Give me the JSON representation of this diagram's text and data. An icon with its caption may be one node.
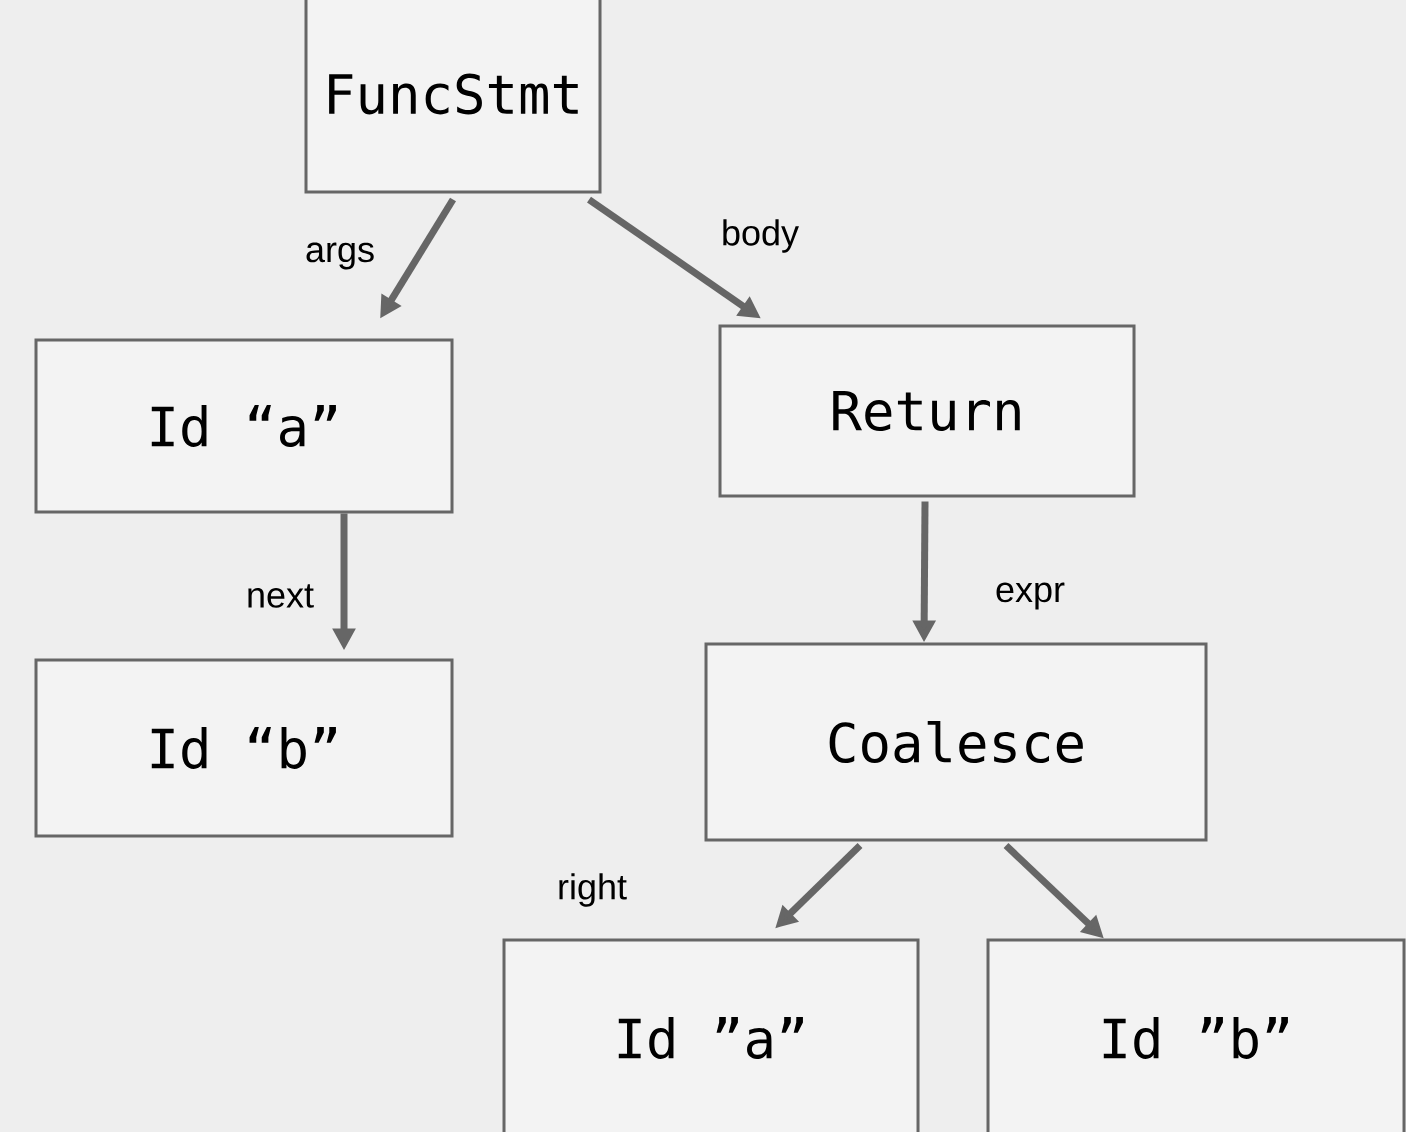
{
  "diagram": {
    "nodes": [
      {
        "text": [
          "FuncStmt"
        ]
      },
      {
        "text": [
          "Id “a”"
        ]
      },
      {
        "text": [
          "Return"
        ]
      },
      {
        "text": [
          "Id “b”"
        ]
      },
      {
        "text": [
          "Coalesce"
        ]
      },
      {
        "text": [
          "Id ”a”"
        ]
      },
      {
        "text": [
          "Id ”b”"
        ]
      }
    ],
    "edges": [
      {
        "from": 0,
        "to": 1,
        "arrow": "to",
        "label": "args"
      },
      {
        "from": 0,
        "to": 2,
        "arrow": "to",
        "label": "body"
      },
      {
        "from": 1,
        "to": 3,
        "arrow": "to",
        "label": "next"
      },
      {
        "from": 2,
        "to": 4,
        "arrow": "to",
        "label": "expr"
      },
      {
        "from": 4,
        "to": 5,
        "arrow": "to",
        "label": "right"
      },
      {
        "from": 4,
        "to": 6,
        "arrow": "to"
      }
    ]
  }
}
